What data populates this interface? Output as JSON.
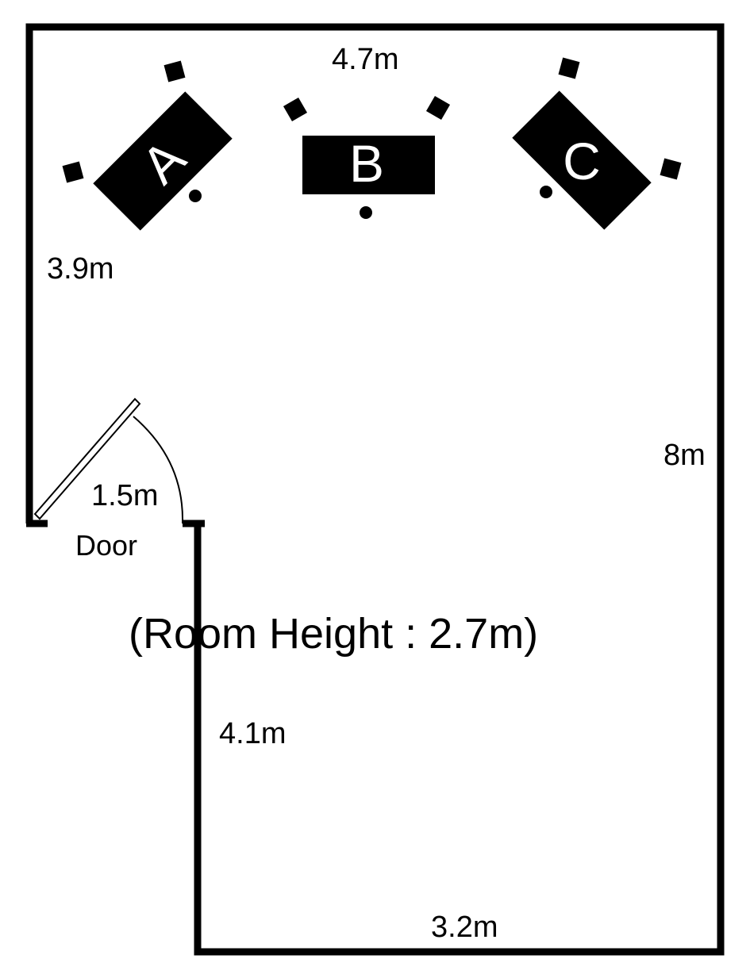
{
  "plan": {
    "dimensions": {
      "top_wall": "4.7m",
      "left_wall": "3.9m",
      "right_wall": "8m",
      "door_width": "1.5m",
      "inner_wall": "4.1m",
      "bottom_wall": "3.2m"
    },
    "door_label": "Door",
    "room_height_note": "(Room Height : 2.7m)",
    "desks": [
      {
        "label": "A"
      },
      {
        "label": "B"
      },
      {
        "label": "C"
      }
    ]
  },
  "colors": {
    "wall": "#000000",
    "background": "#ffffff",
    "desk_fill": "#000000",
    "desk_label": "#ffffff"
  },
  "icons": {
    "speaker": "filled-square",
    "listener": "filled-dot",
    "door": "door-swing-arc"
  }
}
